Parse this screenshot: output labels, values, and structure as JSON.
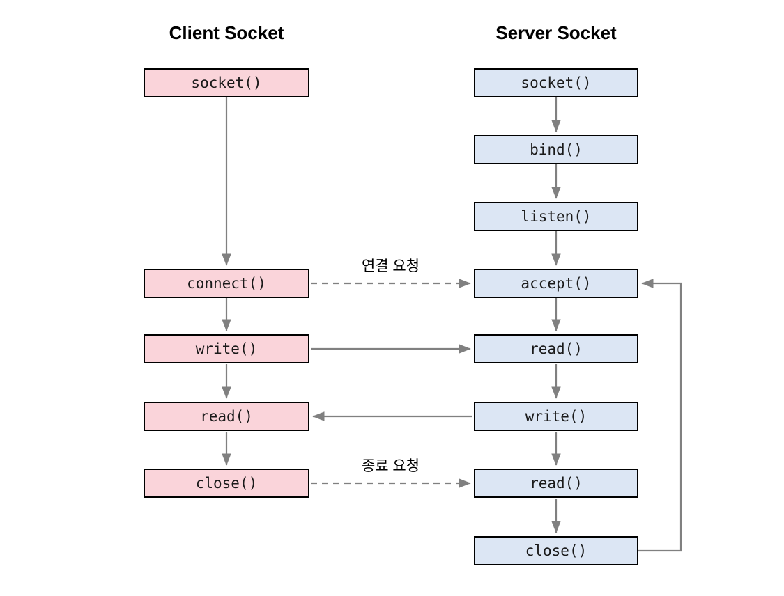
{
  "diagram": {
    "title_client": "Client Socket",
    "title_server": "Server Socket",
    "colors": {
      "client_fill": "#fad4da",
      "server_fill": "#dce6f4",
      "border": "#000000",
      "connector": "#808080",
      "background": "#ffffff",
      "text": "#1a1a1a"
    },
    "columns": [
      {
        "id": "client",
        "title": "Client Socket",
        "nodes": [
          {
            "id": "client-socket",
            "label": "socket()"
          },
          {
            "id": "client-connect",
            "label": "connect()"
          },
          {
            "id": "client-write",
            "label": "write()"
          },
          {
            "id": "client-read",
            "label": "read()"
          },
          {
            "id": "client-close",
            "label": "close()"
          }
        ]
      },
      {
        "id": "server",
        "title": "Server Socket",
        "nodes": [
          {
            "id": "server-socket",
            "label": "socket()"
          },
          {
            "id": "server-bind",
            "label": "bind()"
          },
          {
            "id": "server-listen",
            "label": "listen()"
          },
          {
            "id": "server-accept",
            "label": "accept()"
          },
          {
            "id": "server-read-1",
            "label": "read()"
          },
          {
            "id": "server-write",
            "label": "write()"
          },
          {
            "id": "server-read-2",
            "label": "read()"
          },
          {
            "id": "server-close",
            "label": "close()"
          }
        ]
      }
    ],
    "edge_labels": [
      {
        "id": "connect-request",
        "text": "연결 요청"
      },
      {
        "id": "close-request",
        "text": "종료 요청"
      }
    ],
    "edges": [
      {
        "from": "client-socket",
        "to": "client-connect",
        "style": "solid",
        "direction": "down"
      },
      {
        "from": "client-connect",
        "to": "client-write",
        "style": "solid",
        "direction": "down"
      },
      {
        "from": "client-write",
        "to": "client-read",
        "style": "solid",
        "direction": "down"
      },
      {
        "from": "client-read",
        "to": "client-close",
        "style": "solid",
        "direction": "down"
      },
      {
        "from": "server-socket",
        "to": "server-bind",
        "style": "solid",
        "direction": "down"
      },
      {
        "from": "server-bind",
        "to": "server-listen",
        "style": "solid",
        "direction": "down"
      },
      {
        "from": "server-listen",
        "to": "server-accept",
        "style": "solid",
        "direction": "down"
      },
      {
        "from": "server-accept",
        "to": "server-read-1",
        "style": "solid",
        "direction": "down"
      },
      {
        "from": "server-read-1",
        "to": "server-write",
        "style": "solid",
        "direction": "down"
      },
      {
        "from": "server-write",
        "to": "server-read-2",
        "style": "solid",
        "direction": "down"
      },
      {
        "from": "server-read-2",
        "to": "server-close",
        "style": "solid",
        "direction": "down"
      },
      {
        "from": "client-connect",
        "to": "server-accept",
        "style": "dashed",
        "direction": "right",
        "label": "연결 요청"
      },
      {
        "from": "client-write",
        "to": "server-read-1",
        "style": "solid",
        "direction": "right"
      },
      {
        "from": "server-write",
        "to": "client-read",
        "style": "solid",
        "direction": "left"
      },
      {
        "from": "client-close",
        "to": "server-read-2",
        "style": "dashed",
        "direction": "right",
        "label": "종료 요청"
      },
      {
        "from": "server-close",
        "to": "server-accept",
        "style": "solid",
        "direction": "loop-up-left"
      }
    ]
  }
}
